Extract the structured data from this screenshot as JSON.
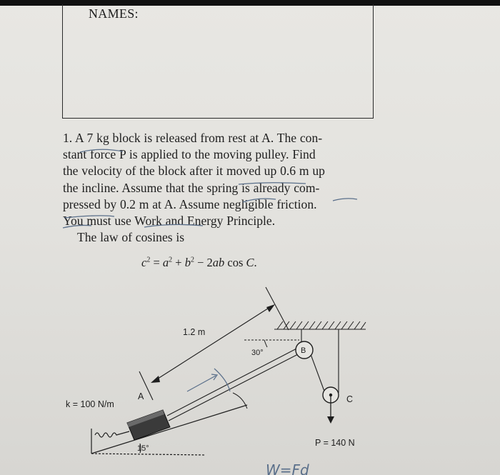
{
  "header": {
    "names_label": "NAMES:"
  },
  "problem": {
    "lines": [
      "1. A 7 kg block is released from rest at A. The con-",
      "stant force P is applied to the moving pulley. Find",
      "the velocity of the block after it moved up 0.6 m up",
      "the incline. Assume that the spring is already com-",
      "pressed by 0.2 m at A. Assume negligible friction.",
      "You must use Work and Energy Principle.",
      "The law of cosines is"
    ],
    "formula": {
      "c2": "c",
      "eq": " = ",
      "a2": "a",
      "plus": " + ",
      "b2": "b",
      "minus": " − 2",
      "ab": "ab",
      "cos": " cos ",
      "C": "C",
      "period": ".",
      "exp": "2"
    }
  },
  "diagram": {
    "length_label": "1.2 m",
    "angle_top_label": "30°",
    "pulley_label": "B",
    "point_a_label": "A",
    "point_c_label": "C",
    "spring_label": "k = 100 N/m",
    "incline_angle_label": "15°",
    "force_label": "P = 140 N"
  },
  "handwriting": {
    "note": "W=Fd"
  },
  "colors": {
    "ink": "#1e1e1e",
    "pen": "#5a6f8a",
    "block_fill": "#3a3a3a"
  }
}
